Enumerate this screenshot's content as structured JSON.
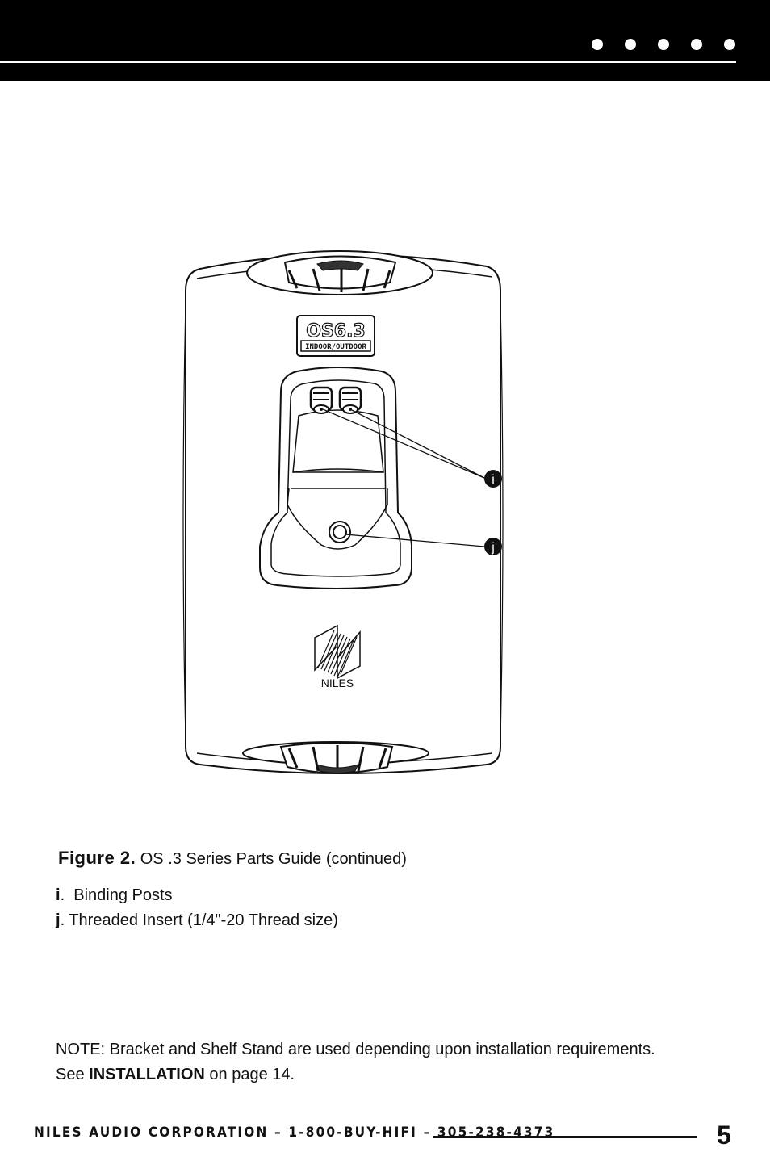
{
  "header": {
    "dots": [
      "dot",
      "dot",
      "dot",
      "dot",
      "dot"
    ]
  },
  "figure": {
    "model_badge": "OS6.3",
    "model_subtitle": "INDOOR/OUTDOOR",
    "brand_logo": "NILES",
    "callouts": [
      "i",
      "j"
    ]
  },
  "caption": {
    "label": "Figure 2.",
    "text": "OS .3 Series Parts Guide (continued)"
  },
  "legend": [
    {
      "key": "i",
      "sep": ".  ",
      "text": "Binding Posts"
    },
    {
      "key": "j",
      "sep": ". ",
      "text": "Threaded Insert (1/4\"-20 Thread size)"
    }
  ],
  "note": {
    "line1": "NOTE: Bracket and Shelf Stand are used depending upon installation requirements.",
    "see_prefix": "See ",
    "see_bold": "INSTALLATION",
    "see_suffix": " on page 14."
  },
  "footer": {
    "text": "NILES AUDIO CORPORATION – 1-800-BUY-HIFI – 305-238-4373",
    "page_number": "5"
  }
}
